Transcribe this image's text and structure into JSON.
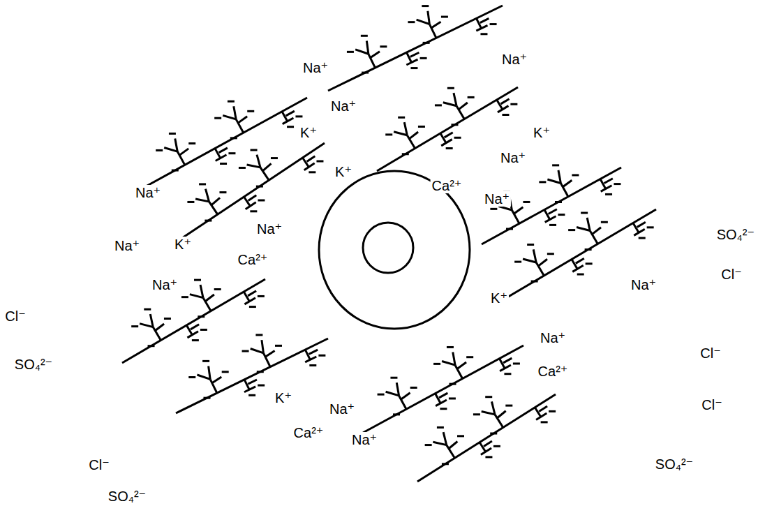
{
  "diagram": {
    "labels": [
      "Na⁺",
      "Na⁺",
      "Na⁺",
      "K⁺",
      "K⁺",
      "K⁺",
      "Na⁺",
      "Ca²⁺",
      "Na⁺",
      "Na⁺",
      "Na⁺",
      "K⁺",
      "Na⁺",
      "Ca²⁺",
      "SO₄²⁻",
      "Na⁺",
      "K⁺",
      "Na⁺",
      "Cl⁻",
      "Cl⁻",
      "SO₄²⁻",
      "Na⁺",
      "Ca²⁺",
      "Cl⁻",
      "K⁺",
      "Na⁺",
      "Cl⁻",
      "Ca²⁺",
      "Na⁺",
      "Cl⁻",
      "SO₄²⁻",
      "SO₄²⁻"
    ]
  }
}
